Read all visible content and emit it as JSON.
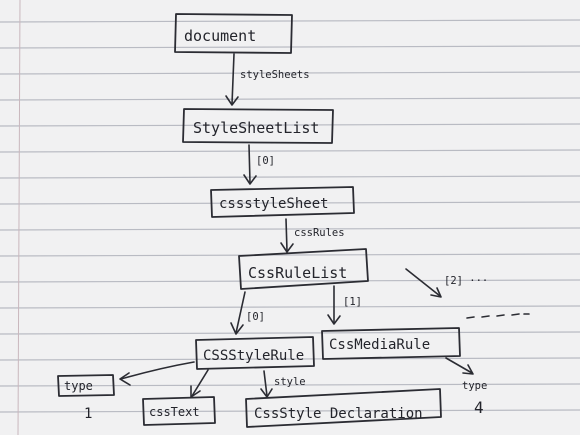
{
  "nodes": {
    "document": "document",
    "style_sheet_list": "StyleSheetList",
    "css_style_sheet": "cssstyleSheet",
    "css_rule_list": "CssRuleList",
    "css_style_rule": "CSSStyleRule",
    "css_media_rule": "CssMediaRule",
    "type_box": "type",
    "css_text": "cssText",
    "css_style_declaration": "CssStyle Declaration"
  },
  "edges": {
    "style_sheets": "styleSheets",
    "index_0_sheet": "[0]",
    "css_rules": "cssRules",
    "index_0_rule": "[0]",
    "index_1_rule": "[1]",
    "index_2_rule": "[2] ···",
    "style": "style",
    "media_type": "type"
  },
  "values": {
    "style_rule_type": "1",
    "media_rule_type": "4",
    "more": "- - - - -"
  }
}
